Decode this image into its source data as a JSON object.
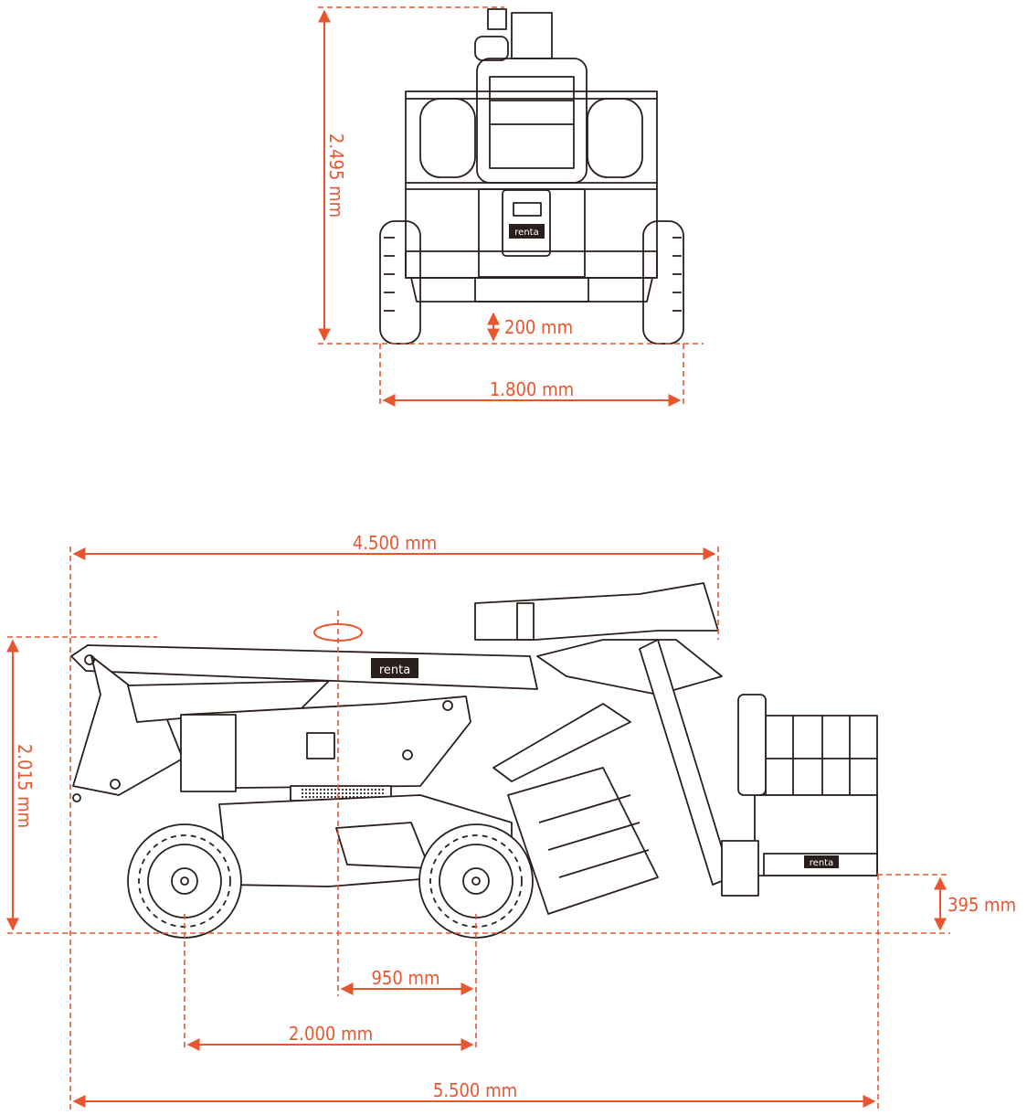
{
  "brand": "renta",
  "colors": {
    "dimension": "#e8552f",
    "outline": "#2a1f1c"
  },
  "front_view": {
    "height_label": "2.495 mm",
    "ground_clearance_label": "200 mm",
    "width_label": "1.800 mm"
  },
  "side_view": {
    "transport_length_label": "4.500 mm",
    "height_label": "2.015 mm",
    "platform_height_label": "395 mm",
    "turret_offset_label": "950 mm",
    "wheelbase_label": "2.000 mm",
    "total_length_label": "5.500 mm"
  }
}
